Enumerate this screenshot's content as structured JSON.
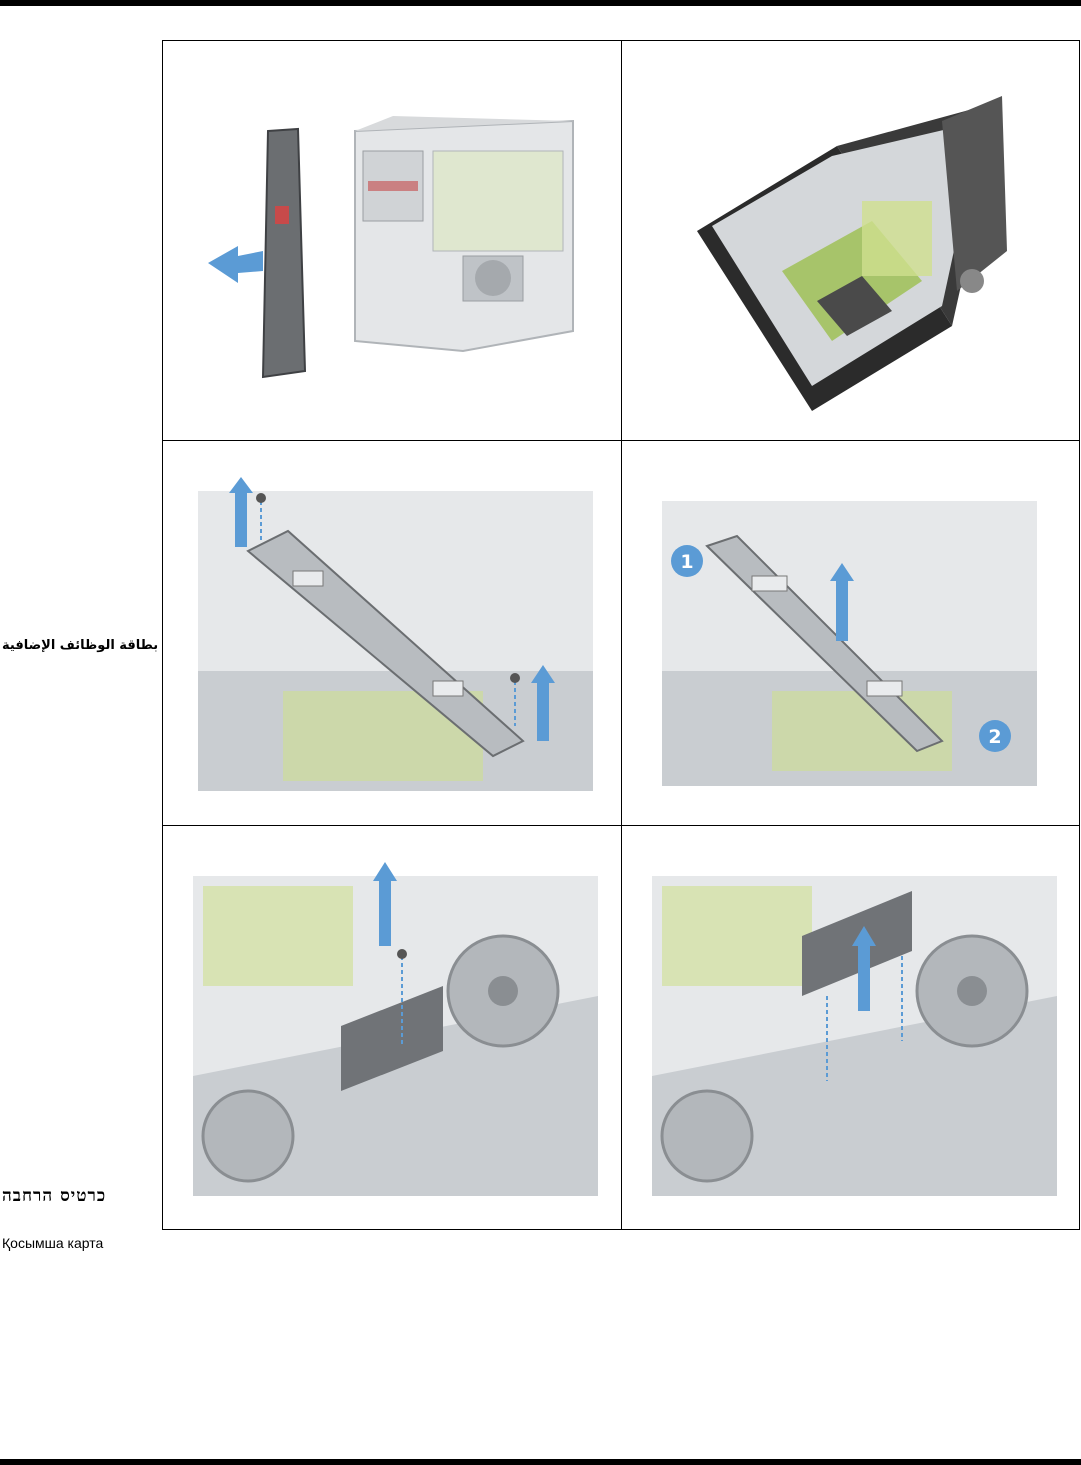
{
  "labels": {
    "arabic": "بطاقة الوظائف الإضافية",
    "hebrew": "כרטיס הרחבה",
    "kazakh": "Қосымша карта"
  },
  "figure": {
    "callouts": [
      "1",
      "2"
    ]
  },
  "colors": {
    "arrow": "#5b9bd5",
    "callout": "#5b9bd5",
    "chassis_dark": "#2b2b2b",
    "board_green": "#a7c46a",
    "metal": "#c9cdd1"
  }
}
